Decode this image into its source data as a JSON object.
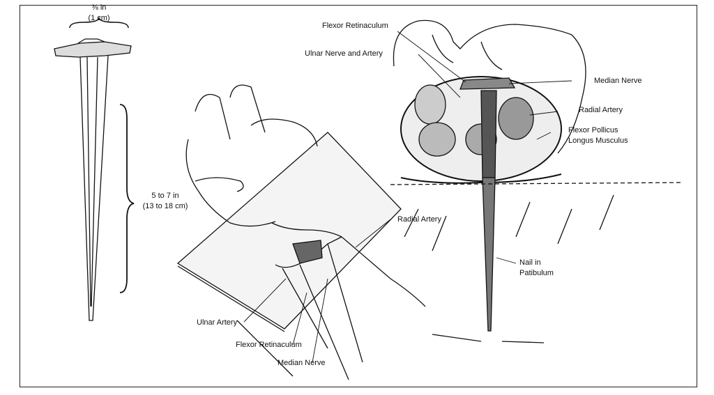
{
  "nail": {
    "head_width_line1": "⅜ in",
    "head_width_line2": "(1 cm)",
    "length_line1": "5 to 7 in",
    "length_line2": "(13 to 18 cm)"
  },
  "hand_labels": {
    "radial_artery": "Radial Artery",
    "ulnar_artery": "Ulnar Artery",
    "flexor_retinaculum": "Flexor Retinaculum",
    "median_nerve": "Median Nerve"
  },
  "cross_section_labels": {
    "flexor_retinaculum": "Flexor Retinaculum",
    "ulnar_nerve_artery": "Ulnar Nerve and Artery",
    "median_nerve": "Median Nerve",
    "radial_artery": "Radial Artery",
    "flexor_pollicus_line1": "Flexor Pollicus",
    "flexor_pollicus_line2": "Longus Musculus",
    "nail_line1": "Nail in",
    "nail_line2": "Patibulum"
  }
}
